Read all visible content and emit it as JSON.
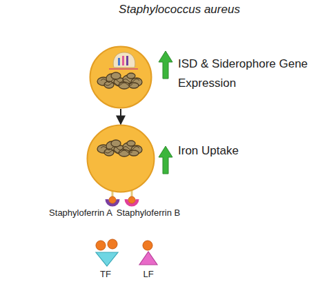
{
  "diagram": {
    "title": "Staphylococcus aureus",
    "nodes": [
      {
        "text": [
          "ISD & Siderophore Gene Expression"
        ]
      },
      {
        "text": [
          "Iron Uptake"
        ]
      }
    ],
    "edges": [
      {
        "from": 0,
        "to": 1,
        "arrow": "to"
      }
    ],
    "labels": [
      "Staphyloferrin A",
      "Staphyloferrin B",
      "TF",
      "LF"
    ]
  }
}
